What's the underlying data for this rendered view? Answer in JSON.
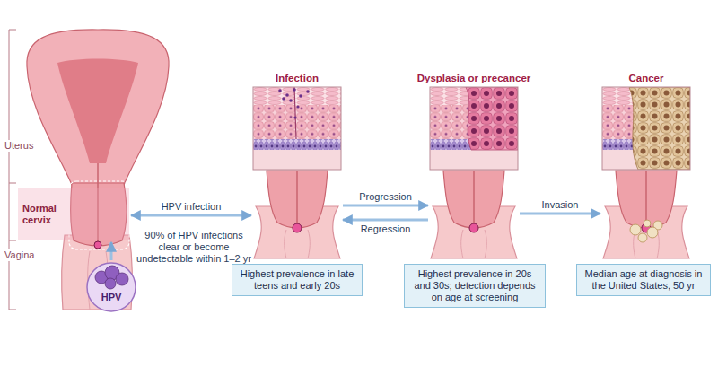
{
  "diagram": {
    "nodes": [
      {
        "text": [
          "Normal cervix"
        ]
      },
      {
        "text": [
          "HPV"
        ]
      },
      {
        "text": [
          "Infection"
        ]
      },
      {
        "text": [
          "Highest prevalence in late teens and early 20s"
        ]
      },
      {
        "text": [
          "Dysplasia or precancer"
        ]
      },
      {
        "text": [
          "Highest prevalence in 20s and 30s; detection depends on age at screening"
        ]
      },
      {
        "text": [
          "Cancer"
        ]
      },
      {
        "text": [
          "Median age at diagnosis in the United States, 50 yr"
        ]
      }
    ],
    "edges": [
      {
        "from": 0,
        "to": 2,
        "label": "HPV infection",
        "arrow": "both"
      },
      {
        "from": 2,
        "to": 4,
        "label": "Progression",
        "arrow": "to"
      },
      {
        "from": 4,
        "to": 2,
        "label": "Regression",
        "arrow": "to"
      },
      {
        "from": 4,
        "to": 6,
        "label": "Invasion",
        "arrow": "to"
      },
      {
        "from": 1,
        "to": 0,
        "arrow": "to"
      }
    ],
    "labels": [
      "Uterus",
      "Vagina",
      "90% of HPV infections clear or become undetectable within 1–2 yr"
    ]
  }
}
